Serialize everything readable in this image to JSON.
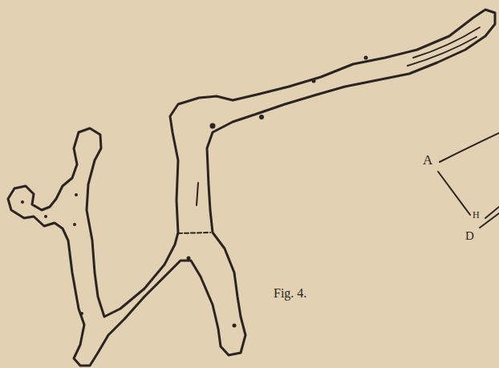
{
  "diagram": {
    "labels": [
      "Fig. 4.",
      "A",
      "H",
      "D"
    ]
  }
}
